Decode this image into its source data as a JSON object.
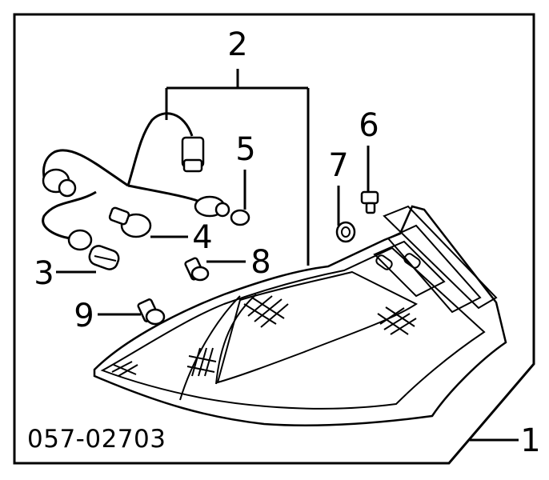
{
  "diagram": {
    "callouts": [
      "1",
      "2",
      "3",
      "4",
      "5",
      "6",
      "7",
      "8",
      "9"
    ],
    "part_code": "057-02703"
  }
}
